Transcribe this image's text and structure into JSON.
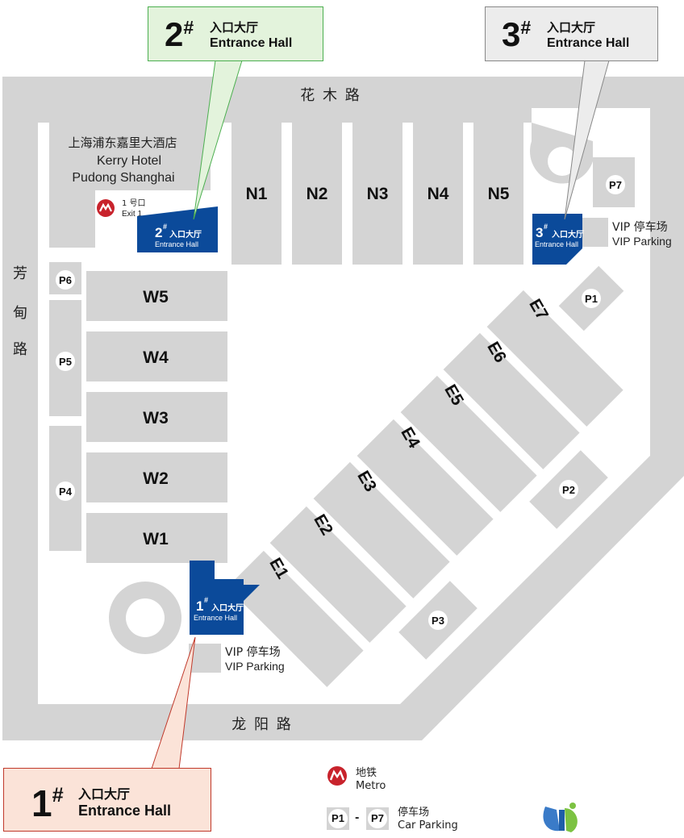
{
  "roads": {
    "north": "花 木 路",
    "south": "龙 阳 路",
    "west": [
      "芳",
      "甸",
      "路"
    ]
  },
  "hotel": {
    "cn": "上海浦东嘉里大酒店",
    "en1": "Kerry Hotel",
    "en2": "Pudong Shanghai"
  },
  "exit": {
    "cn": "1 号口",
    "en": "Exit 1"
  },
  "halls": {
    "north": [
      "N1",
      "N2",
      "N3",
      "N4",
      "N5"
    ],
    "west": [
      "W5",
      "W4",
      "W3",
      "W2",
      "W1"
    ],
    "east": [
      "E1",
      "E2",
      "E3",
      "E4",
      "E5",
      "E6",
      "E7"
    ]
  },
  "parking": [
    "P1",
    "P2",
    "P3",
    "P4",
    "P5",
    "P6",
    "P7"
  ],
  "vip": {
    "cn": "VIP 停车场",
    "en": "VIP Parking"
  },
  "entrances": {
    "e1": {
      "num": "1",
      "sup": "#",
      "cn": "入口大厅",
      "en": "Entrance Hall"
    },
    "e2": {
      "num": "2",
      "sup": "#",
      "cn": "入口大厅",
      "en": "Entrance Hall"
    },
    "e3": {
      "num": "3",
      "sup": "#",
      "cn": "入口大厅",
      "en": "Entrance Hall"
    }
  },
  "legend": {
    "metro_cn": "地铁",
    "metro_en": "Metro",
    "parking_from": "P1",
    "parking_dash": "-",
    "parking_to": "P7",
    "parking_cn": "停车场",
    "parking_en": "Car Parking"
  },
  "colors": {
    "road": "#d4d4d4",
    "hall": "#d4d4d4",
    "entrance": "#0b4a9a",
    "metro": "#c8232c",
    "callout1": "#fbe3d8",
    "callout1_border": "#c0392b",
    "callout2": "#e3f3dc",
    "callout2_border": "#4caf50",
    "callout3": "#ececec",
    "callout3_border": "#888888"
  }
}
